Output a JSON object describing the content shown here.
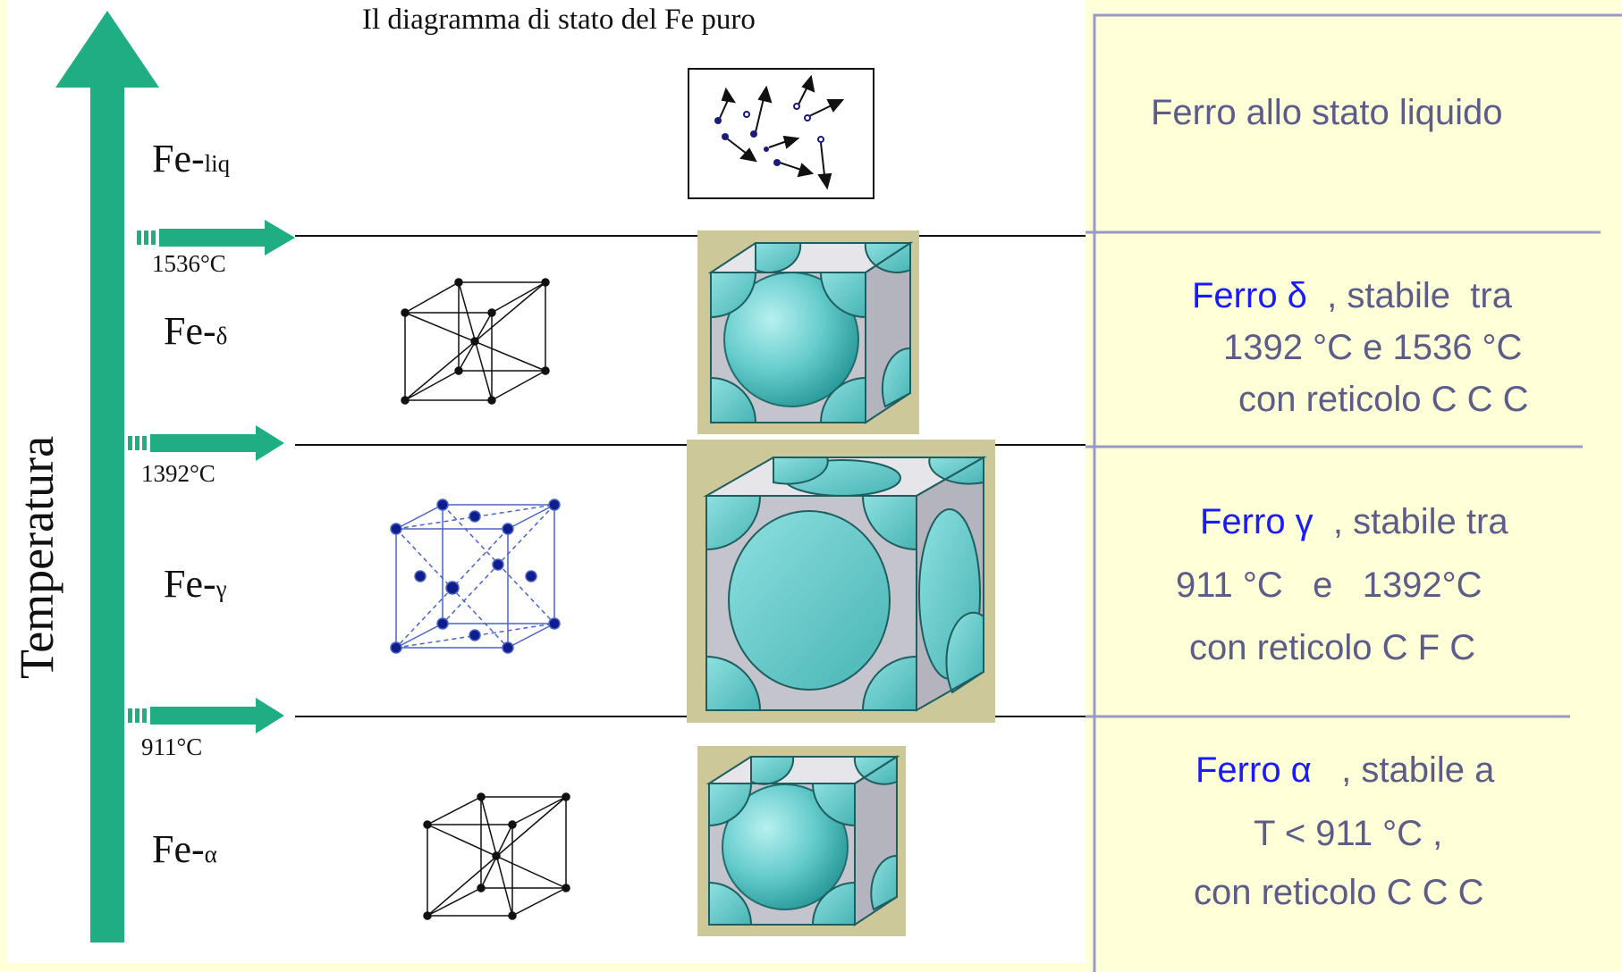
{
  "diagram": {
    "title": "Il diagramma di stato del Fe puro",
    "axis_label": "Temperatura",
    "phases": [
      {
        "prefix": "Fe-",
        "sub": "liq"
      },
      {
        "prefix": "Fe-",
        "sub": "δ"
      },
      {
        "prefix": "Fe-",
        "sub": "γ"
      },
      {
        "prefix": "Fe-",
        "sub": "α"
      }
    ],
    "transitions": [
      "1536°C",
      "1392°C",
      "911°C"
    ]
  },
  "descriptions": [
    {
      "line1": "Ferro allo stato liquido"
    },
    {
      "name": "Ferro δ",
      "rest": "  , stabile  tra",
      "line2": "1392 °C  e  1536 °C",
      "line3": "con reticolo C C C"
    },
    {
      "name": "Ferro γ",
      "rest": "  , stabile tra",
      "line2": "911 °C   e   1392°C",
      "line3": "con reticolo C F C"
    },
    {
      "name": "Ferro α",
      "rest": "   , stabile a",
      "line2": "T < 911 °C ,",
      "line3": "con reticolo C C C"
    }
  ],
  "colors": {
    "arrow": "#1fae84",
    "cube_bg": "#cdc89a",
    "atom": "#66cccc",
    "atom_dark": "#2a9a9a",
    "panel_border": "#9a9ac8",
    "phase_name": "#1a1aff",
    "desc_text": "#5c5c8a"
  }
}
